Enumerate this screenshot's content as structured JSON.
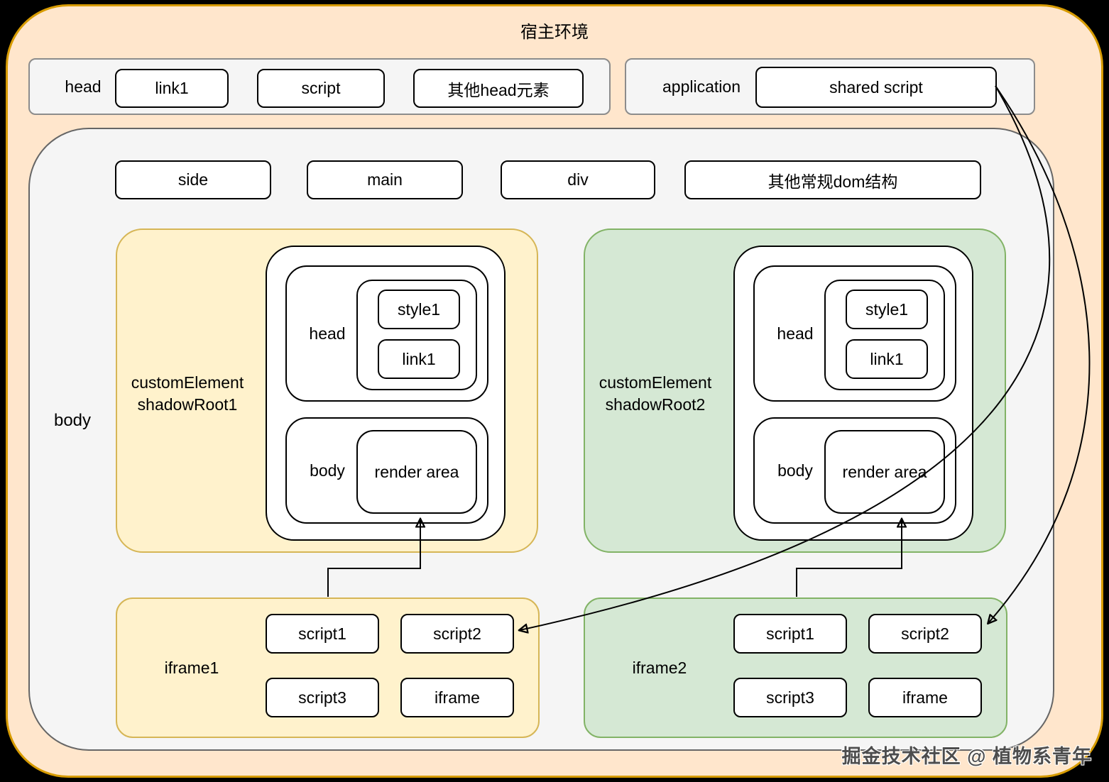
{
  "title": "宿主环境",
  "head_section": {
    "label": "head",
    "items": [
      "link1",
      "script",
      "其他head元素"
    ]
  },
  "application_section": {
    "label": "application",
    "shared_script_label": "shared script"
  },
  "body_section": {
    "label": "body",
    "dom_items": [
      "side",
      "main",
      "div",
      "其他常规dom结构"
    ]
  },
  "shadow_roots": [
    {
      "label_line1": "customElement",
      "label_line2": "shadowRoot1",
      "head_label": "head",
      "head_items": [
        "style1",
        "link1"
      ],
      "body_label": "body",
      "render_area_label": "render area"
    },
    {
      "label_line1": "customElement",
      "label_line2": "shadowRoot2",
      "head_label": "head",
      "head_items": [
        "style1",
        "link1"
      ],
      "body_label": "body",
      "render_area_label": "render area"
    }
  ],
  "iframes": [
    {
      "label": "iframe1",
      "scripts": [
        "script1",
        "script2",
        "script3",
        "iframe"
      ]
    },
    {
      "label": "iframe2",
      "scripts": [
        "script1",
        "script2",
        "script3",
        "iframe"
      ]
    }
  ],
  "watermark": "掘金技术社区 @ 植物系青年",
  "colors": {
    "frame_fill": "#ffe6cc",
    "frame_border": "#d79b00",
    "yellow_fill": "#fff2cc",
    "yellow_border": "#d6b656",
    "green_fill": "#d5e8d4",
    "green_border": "#82b366",
    "gray_fill": "#f5f5f5",
    "gray_border": "#666666",
    "arrow": "#000000"
  }
}
